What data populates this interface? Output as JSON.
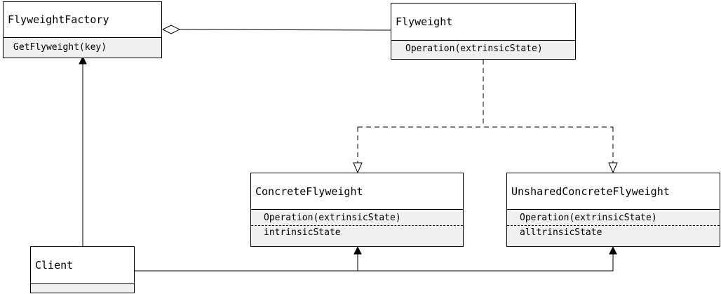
{
  "classes": {
    "flyweight_factory": {
      "name": "FlyweightFactory",
      "operation": "GetFlyweight(key)"
    },
    "flyweight": {
      "name": "Flyweight",
      "operation": "Operation(extrinsicState)"
    },
    "concrete_flyweight": {
      "name": "ConcreteFlyweight",
      "operation": "Operation(extrinsicState)",
      "attribute": "intrinsicState"
    },
    "unshared_concrete_flyweight": {
      "name": "UnsharedConcreteFlyweight",
      "operation": "Operation(extrinsicState)",
      "attribute": "alltrinsicState"
    },
    "client": {
      "name": "Client"
    }
  },
  "colors": {
    "line": "#000000",
    "box_fill": "#ffffff",
    "compartment_fill": "#f0f0f0"
  }
}
